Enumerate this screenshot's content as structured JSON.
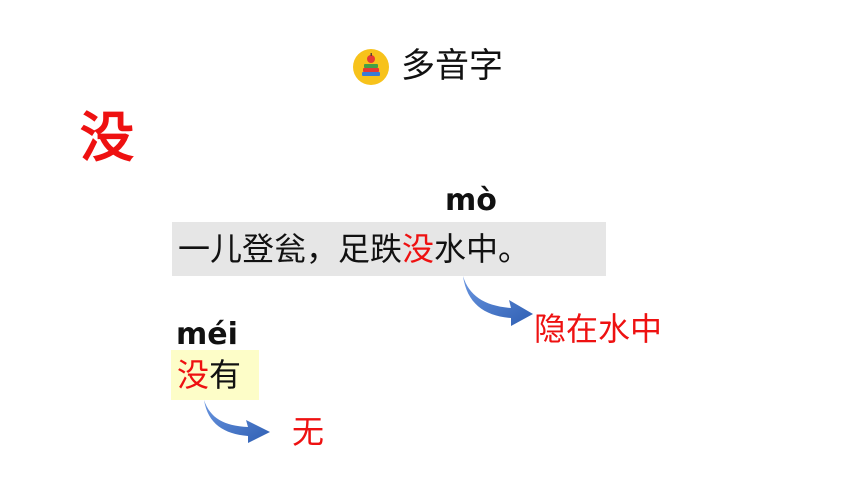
{
  "header": {
    "icon": "books-apple-icon",
    "title": "多音字"
  },
  "main_char": "没",
  "reading_1": {
    "pinyin": "mò",
    "sentence_before": "一儿登瓮，足跌",
    "sentence_char": "没",
    "sentence_after": "水中。",
    "meaning": "隐在水中"
  },
  "reading_2": {
    "pinyin": "méi",
    "word_char": "没",
    "word_rest": "有",
    "meaning": "无"
  },
  "colors": {
    "accent_red": "#ee1111",
    "arrow_blue": "#4472c4",
    "sentence_bg": "#e6e6e6",
    "word_bg": "#fdfdc8"
  }
}
